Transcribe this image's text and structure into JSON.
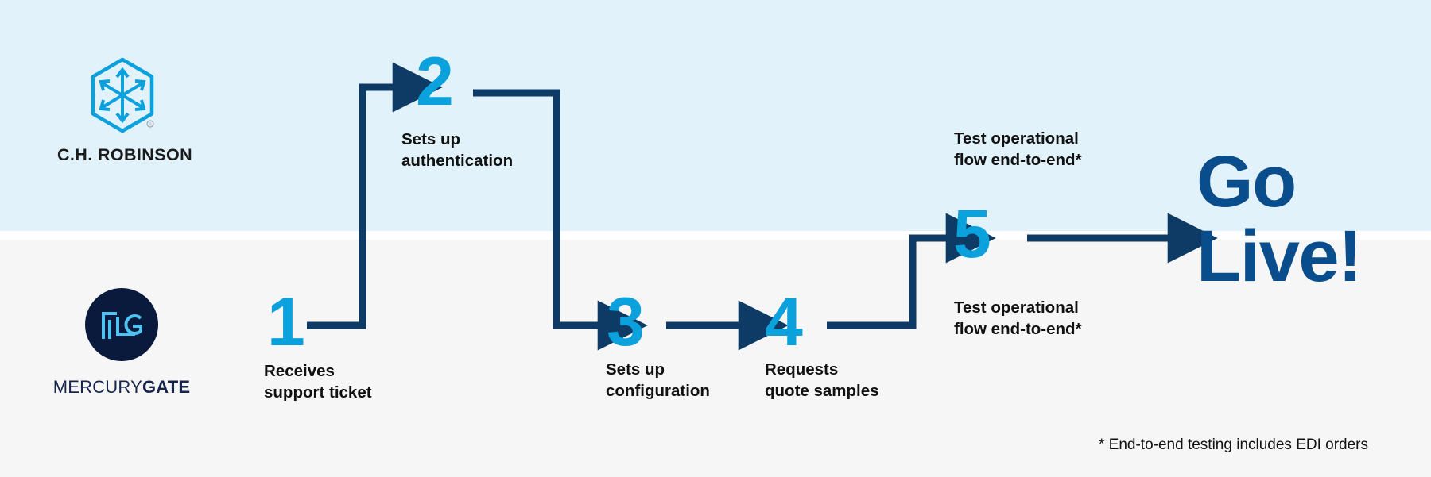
{
  "diagram": {
    "title": "C.H. Robinson and MercuryGate integration onboarding flow",
    "colors": {
      "band_top": "#e2f2fb",
      "band_bottom": "#f6f6f6",
      "step_number": "#0aa1dd",
      "connector": "#0d3b66",
      "go_live": "#0a4d8c",
      "mercurygate_circle": "#0a1a3c",
      "mercurygate_mark": "#4cc3f0",
      "chr_mark": "#0aa1dd"
    },
    "lanes": [
      {
        "name": "C.H. Robinson",
        "position": "top"
      },
      {
        "name": "MercuryGate",
        "position": "bottom"
      }
    ]
  },
  "brands": {
    "chrobinson": {
      "wordmark": "C.H. ROBINSON",
      "icon_name": "chr-hexagon-cube-icon"
    },
    "mercurygate": {
      "wordmark_light": "MERCURY",
      "wordmark_bold": "GATE",
      "icon_name": "mercurygate-mg-monogram-icon"
    }
  },
  "steps": [
    {
      "number": "1",
      "caption": "Receives\nsupport ticket",
      "lane": "bottom"
    },
    {
      "number": "2",
      "caption": "Sets up\nauthentication",
      "lane": "top"
    },
    {
      "number": "3",
      "caption": "Sets up\nconfiguration",
      "lane": "bottom"
    },
    {
      "number": "4",
      "caption": "Requests\nquote samples",
      "lane": "bottom"
    },
    {
      "number": "5",
      "caption_top": "Test operational\nflow end-to-end*",
      "caption_bottom": "Test operational\nflow end-to-end*",
      "lane": "both"
    }
  ],
  "outcome": {
    "label": "Go\nLive!"
  },
  "footnote": {
    "text": "* End-to-end testing includes EDI orders"
  }
}
